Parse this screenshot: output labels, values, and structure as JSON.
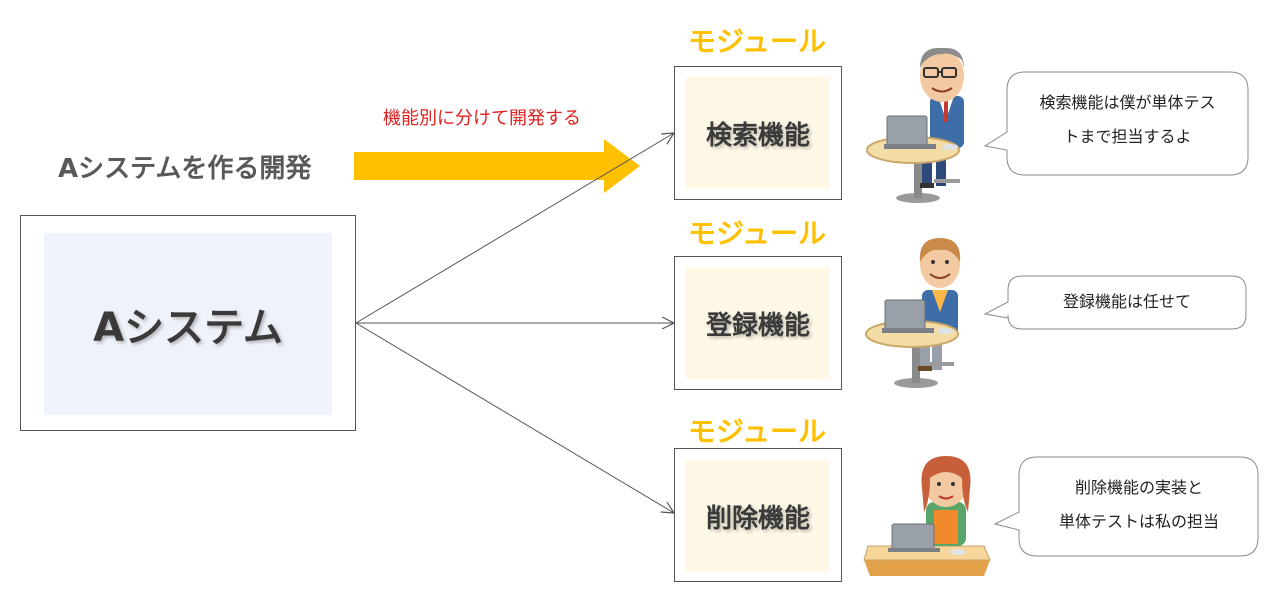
{
  "heading": {
    "development_label": "Aシステムを作る開発",
    "split_label": "機能別に分けて開発する"
  },
  "system": {
    "name": "Aシステム"
  },
  "modules": [
    {
      "tag": "モジュール",
      "name": "検索機能"
    },
    {
      "tag": "モジュール",
      "name": "登録機能"
    },
    {
      "tag": "モジュール",
      "name": "削除機能"
    }
  ],
  "bubbles": [
    {
      "line1": "検索機能は僕が単体テス",
      "line2": "トまで担当するよ"
    },
    {
      "line1": "登録機能は任せて",
      "line2": ""
    },
    {
      "line1": "削除機能の実装と",
      "line2": "単体テストは私の担当"
    }
  ],
  "colors": {
    "accent": "#ffc000",
    "label_red": "#e0201f",
    "system_fill": "#eef2f9",
    "module_fill": "#fff8e6"
  }
}
